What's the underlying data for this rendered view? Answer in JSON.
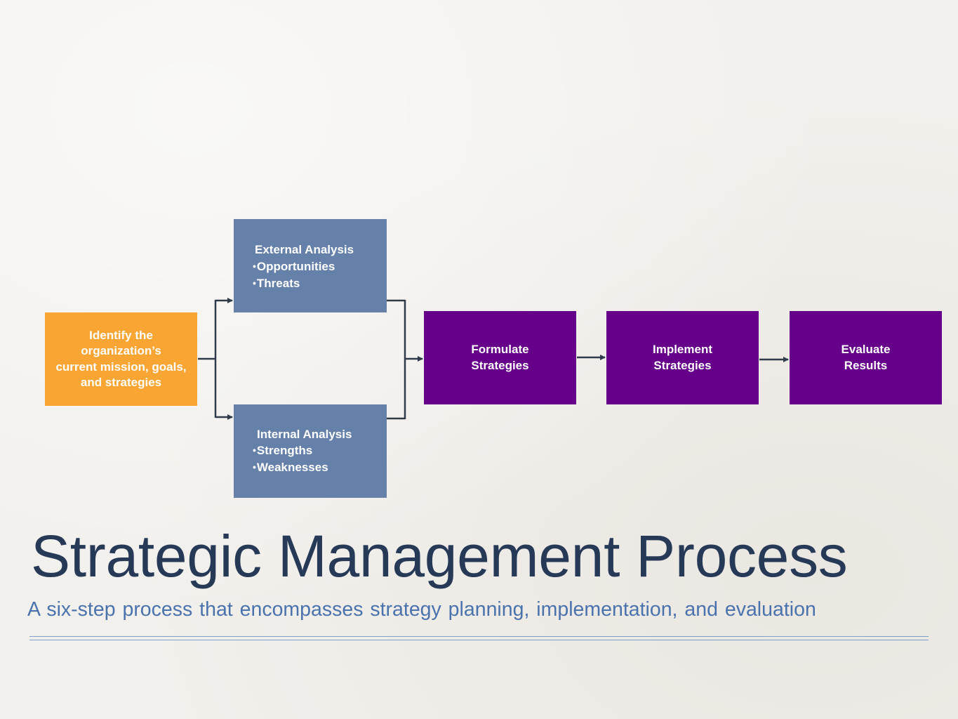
{
  "slide": {
    "title": "Strategic Management Process",
    "subtitle": "A six-step process that encompasses strategy planning, implementation, and evaluation"
  },
  "diagram": {
    "steps": {
      "identify": {
        "lines": [
          "Identify the",
          "organization’s",
          "current mission, goals,",
          "and strategies"
        ]
      },
      "external": {
        "title": "External Analysis",
        "bullets": [
          "Opportunities",
          "Threats"
        ]
      },
      "internal": {
        "title": "Internal Analysis",
        "bullets": [
          "Strengths",
          "Weaknesses"
        ]
      },
      "formulate": {
        "lines": [
          "Formulate",
          "Strategies"
        ]
      },
      "implement": {
        "lines": [
          "Implement",
          "Strategies"
        ]
      },
      "evaluate": {
        "lines": [
          "Evaluate",
          "Results"
        ]
      }
    },
    "bullet_glyph": "•",
    "colors": {
      "identify": "#f8a533",
      "analysis": "#6580a9",
      "strategy": "#66008a",
      "connector": "#2f3a4a",
      "title": "#263957",
      "subtitle": "#4a73ad",
      "rule": "#7f9fcb"
    }
  }
}
